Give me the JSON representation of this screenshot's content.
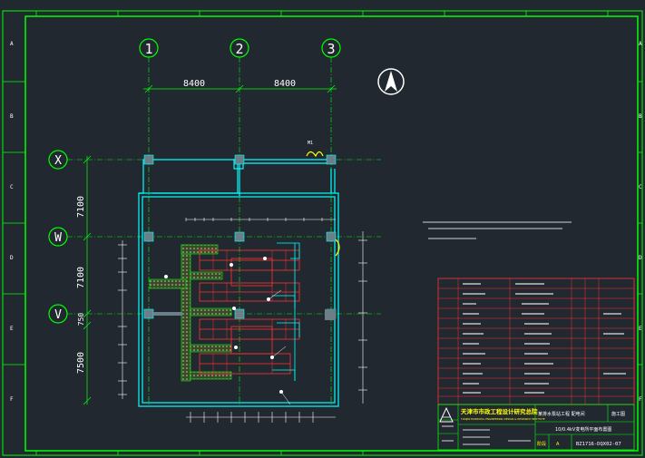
{
  "grid": {
    "columns": [
      "1",
      "2",
      "3"
    ],
    "rows": [
      "X",
      "W",
      "V"
    ]
  },
  "dimensions": {
    "horizontal": [
      "8400",
      "8400"
    ],
    "vertical": [
      "7100",
      "7100",
      "750",
      "7500"
    ]
  },
  "frame": {
    "left_marks": [
      "A",
      "B",
      "C",
      "D",
      "E",
      "F"
    ],
    "right_marks": [
      "A",
      "B",
      "C",
      "D",
      "E",
      "F"
    ]
  },
  "title_block": {
    "company_cn": "天津市市政工程设计研究总院",
    "company_en": "TIANJIN MUNICIPAL ENGINEERING DESIGN & RESEARCH INSTITUTE",
    "project": "某排水泵站工程 配电间",
    "drawing_title": "10/0.4kV变电所平面布置图",
    "drawing_no": "BZ1716-DQX02-07",
    "stage_label": "施工图",
    "version": "A",
    "stage_short": "阶段"
  },
  "colors": {
    "background": "#212830",
    "frame": "#00ff00",
    "wall": "#00ffff",
    "equipment": "#ff3333",
    "annotation": "#ffff00",
    "text": "#ffffff"
  }
}
